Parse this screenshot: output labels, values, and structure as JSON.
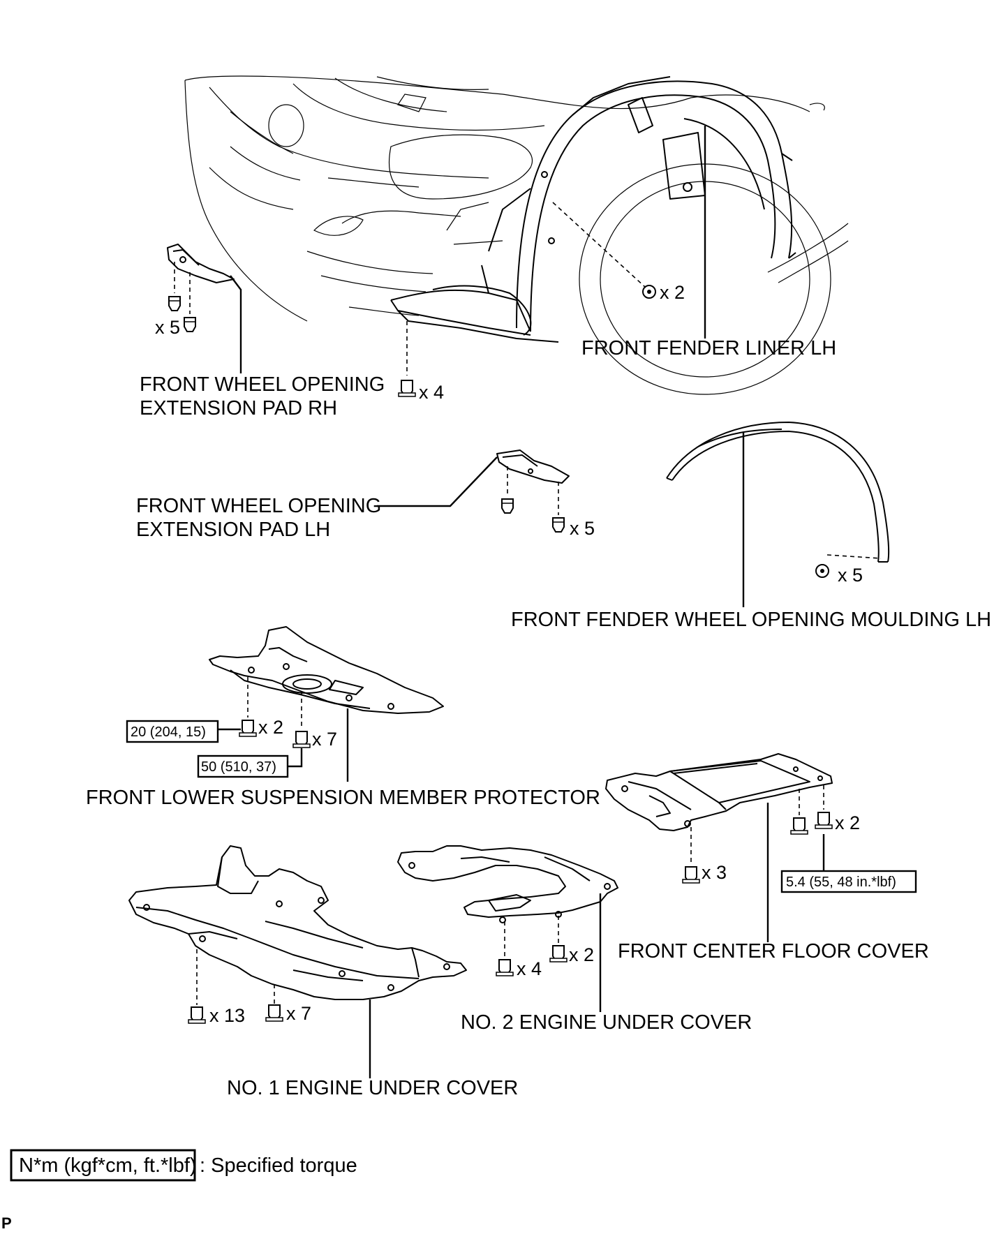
{
  "labels": {
    "fender_liner": "FRONT FENDER LINER LH",
    "ext_pad_rh_1": "FRONT WHEEL OPENING",
    "ext_pad_rh_2": "EXTENSION PAD RH",
    "ext_pad_lh_1": "FRONT WHEEL OPENING",
    "ext_pad_lh_2": "EXTENSION PAD LH",
    "moulding": "FRONT FENDER WHEEL OPENING MOULDING LH",
    "suspension_protector": "FRONT LOWER SUSPENSION MEMBER PROTECTOR",
    "center_floor_cover": "FRONT CENTER FLOOR COVER",
    "no2_under_cover": "NO. 2 ENGINE UNDER COVER",
    "no1_under_cover": "NO. 1 ENGINE UNDER COVER"
  },
  "quantities": {
    "liner_clip": "x 2",
    "pad_rh_screws": "x 5",
    "liner_bolts": "x 4",
    "pad_lh_screws": "x 5",
    "moulding_clips": "x 5",
    "protector_bolts_a": "x 2",
    "protector_bolts_b": "x 7",
    "floor_bolts_a": "x 2",
    "floor_bolts_b": "x 3",
    "no2_bolts_a": "x 4",
    "no2_bolts_b": "x 2",
    "no1_bolts_a": "x 13",
    "no1_bolts_b": "x 7"
  },
  "torques": {
    "protector_a": "20 (204, 15)",
    "protector_b": "50 (510, 37)",
    "floor": "5.4 (55, 48 in.*lbf)"
  },
  "legend": {
    "box_text": "N*m (kgf*cm, ft.*lbf)",
    "desc": ": Specified torque"
  },
  "corner_mark": "P"
}
